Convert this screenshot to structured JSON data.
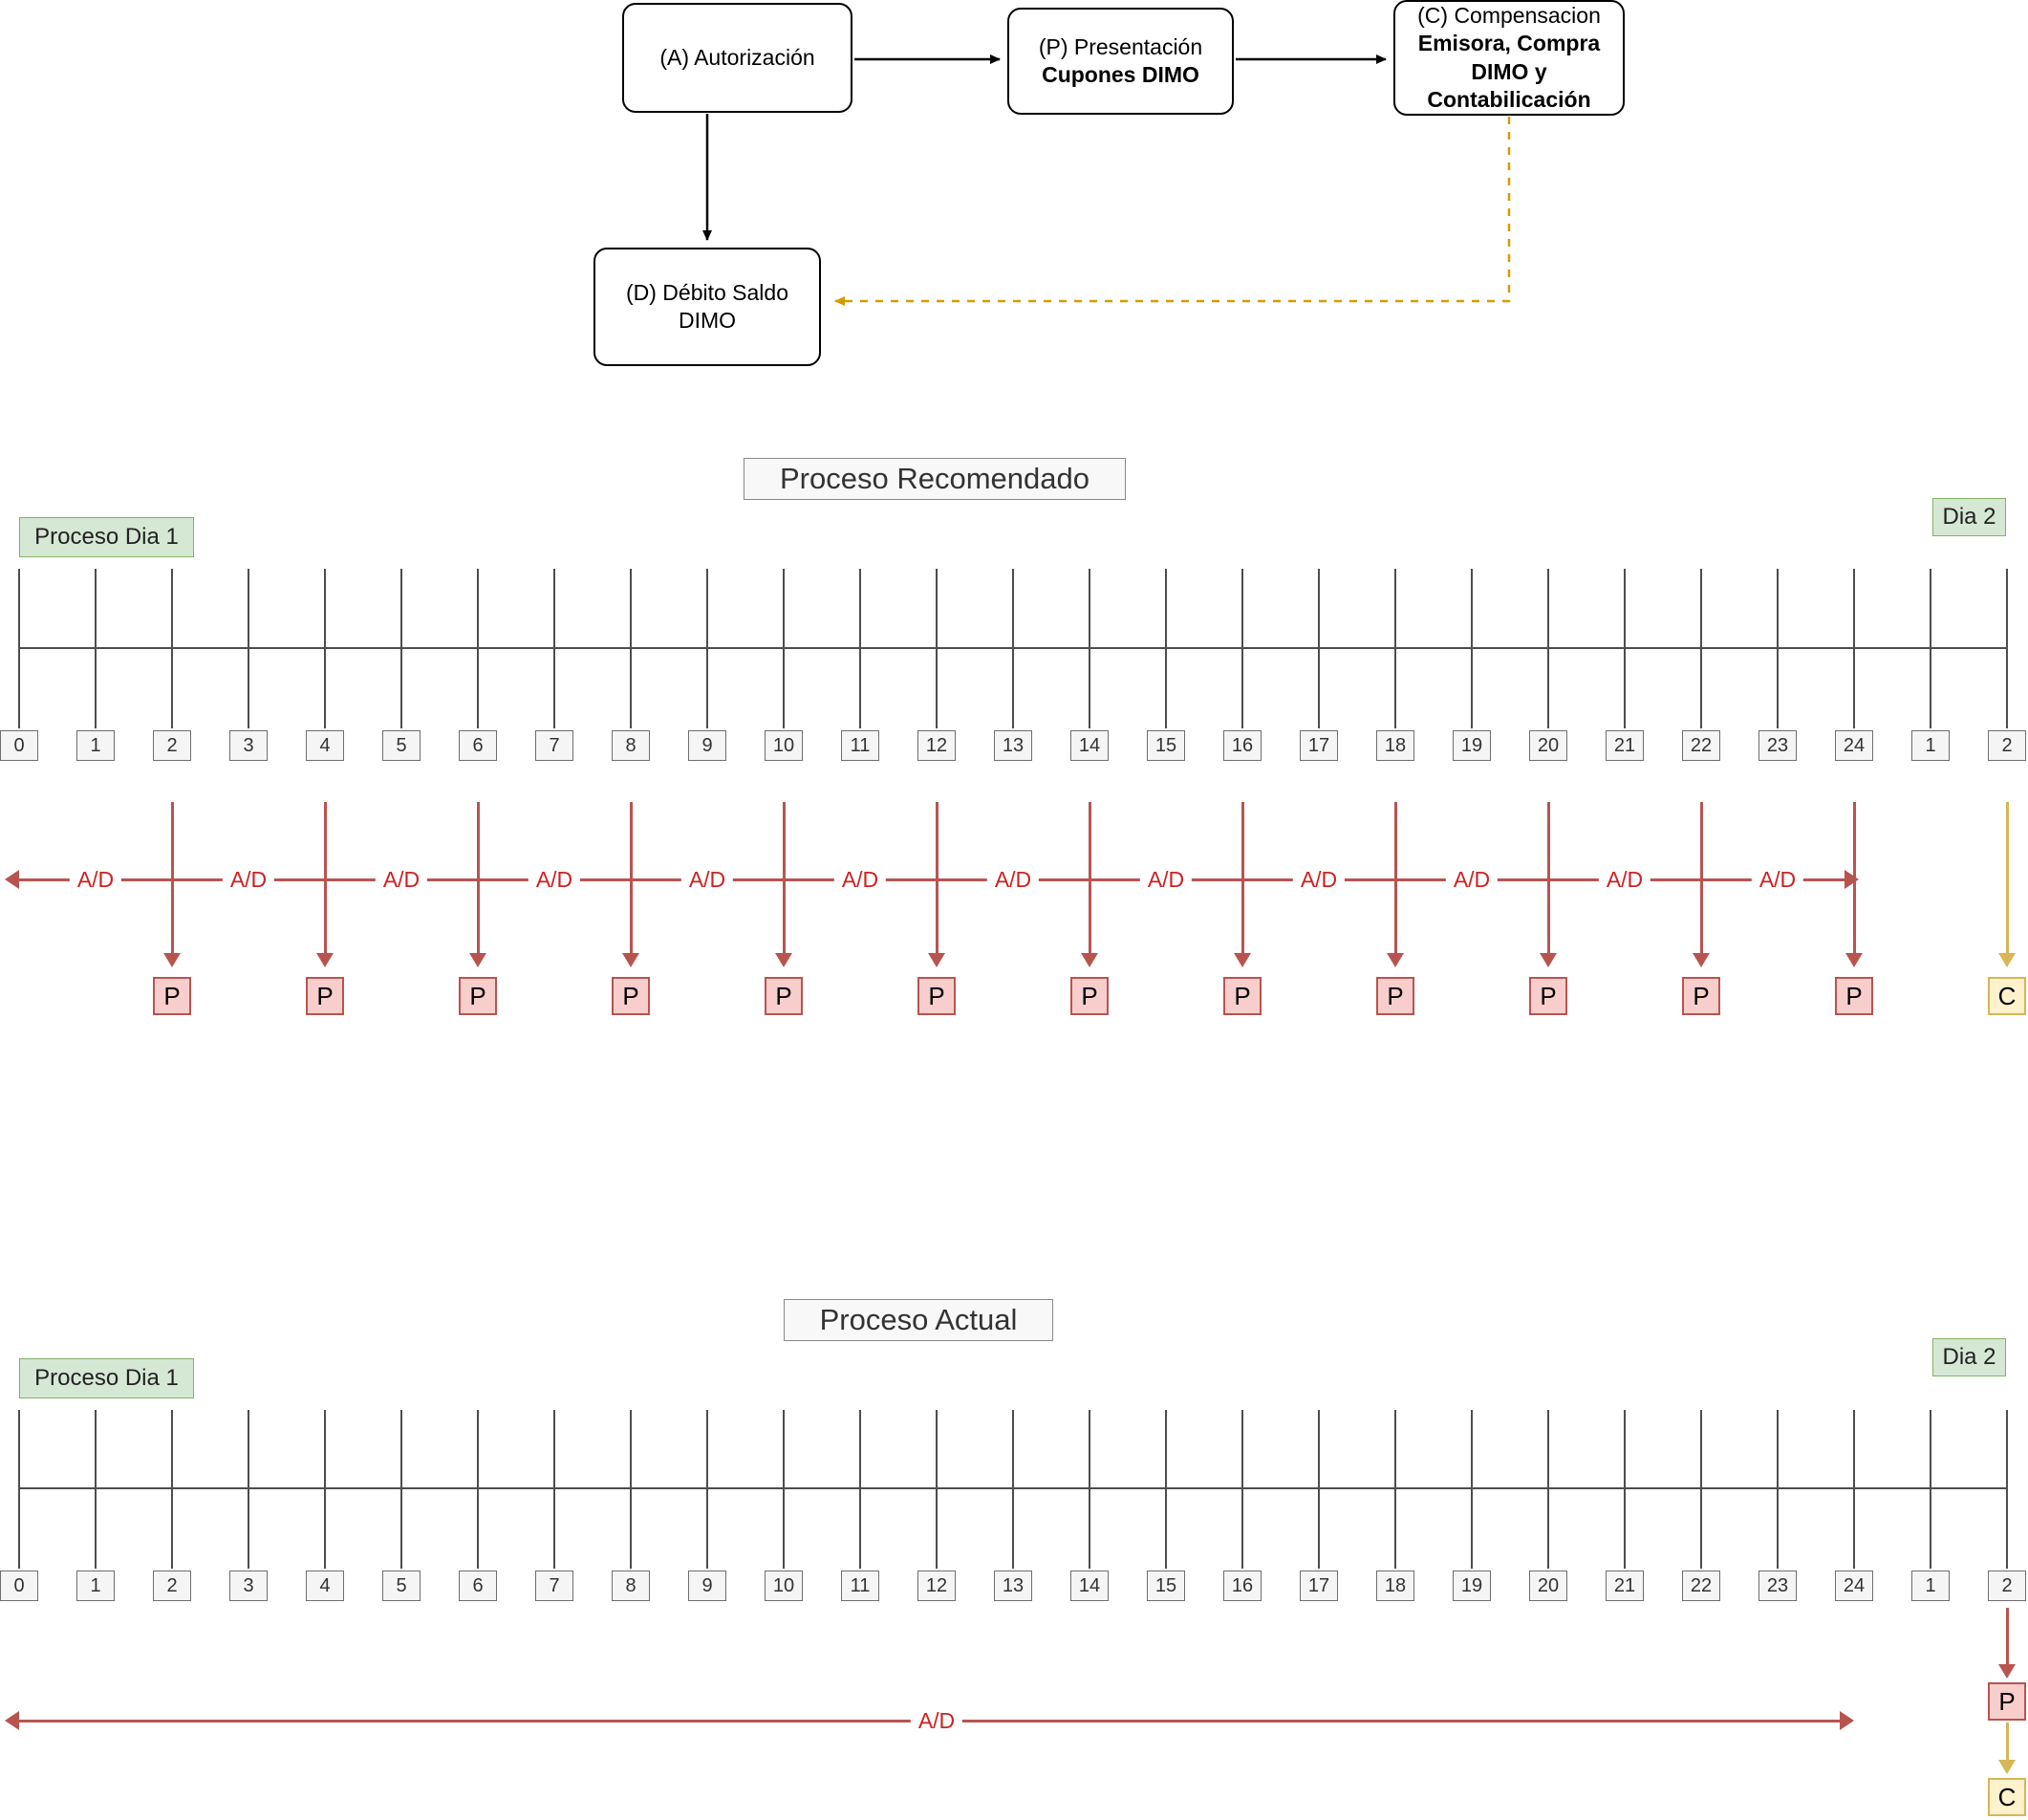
{
  "flowchart": {
    "node_a": "(A) Autorización",
    "node_p": {
      "line1": "(P) Presentación",
      "line2": "Cupones DIMO"
    },
    "node_c": {
      "line1": "(C) Compensacion",
      "line2": "Emisora, Compra DIMO y Contabilicación"
    },
    "node_d": {
      "text": "(D) Débito Saldo DIMO"
    }
  },
  "timeline_hours": [
    "0",
    "1",
    "2",
    "3",
    "4",
    "5",
    "6",
    "7",
    "8",
    "9",
    "10",
    "11",
    "12",
    "13",
    "14",
    "15",
    "16",
    "17",
    "18",
    "19",
    "20",
    "21",
    "22",
    "23",
    "24",
    "1",
    "2"
  ],
  "section_recomendado": {
    "title": "Proceso Recomendado",
    "day1_label": "Proceso Dia 1",
    "day2_label": "Dia 2",
    "ad_label": "A/D",
    "p_label": "P",
    "c_label": "C",
    "p_marker_indices": [
      2,
      4,
      6,
      8,
      10,
      12,
      14,
      16,
      18,
      20,
      22,
      24
    ],
    "ad_label_indices": [
      1,
      3,
      5,
      7,
      9,
      11,
      13,
      15,
      17,
      19,
      21,
      23
    ],
    "c_marker_index": 26
  },
  "section_actual": {
    "title": "Proceso Actual",
    "day1_label": "Proceso Dia 1",
    "day2_label": "Dia 2",
    "ad_label": "A/D",
    "p_label": "P",
    "c_label": "C",
    "p_marker_index": 26,
    "c_marker_index": 26
  },
  "colors": {
    "red_stroke": "#b85450",
    "red_fill": "#f8cecc",
    "red_text": "#cc2222",
    "yellow_stroke": "#d6b656",
    "yellow_fill": "#fff2cc",
    "green_fill": "#d5e8d4",
    "green_border": "#82b366",
    "orange_dashed": "#d79b00"
  }
}
